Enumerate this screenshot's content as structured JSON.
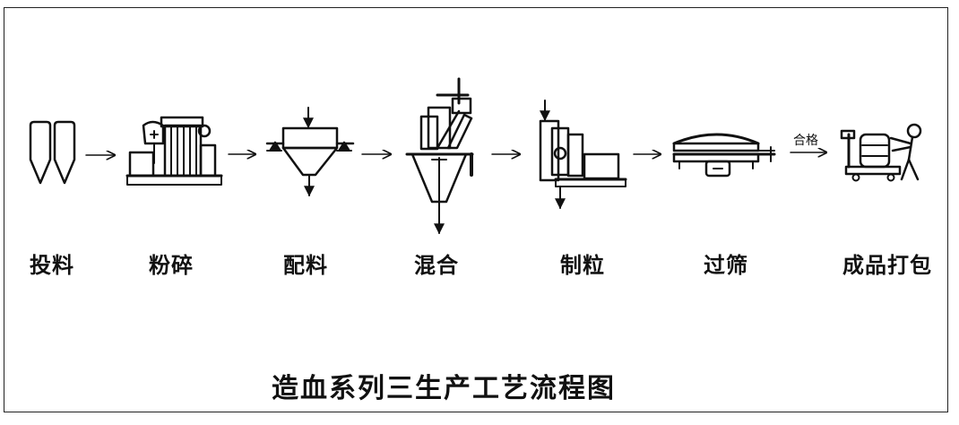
{
  "title": "造血系列三生产工艺流程图",
  "steps": [
    {
      "label": "投料",
      "icon": "feed-silo-icon"
    },
    {
      "label": "粉碎",
      "icon": "crusher-icon"
    },
    {
      "label": "配料",
      "icon": "batching-scale-icon"
    },
    {
      "label": "混合",
      "icon": "mixer-icon"
    },
    {
      "label": "制粒",
      "icon": "granulator-icon"
    },
    {
      "label": "过筛",
      "icon": "vibrating-screen-icon"
    },
    {
      "label": "成品打包",
      "icon": "packing-scale-icon"
    }
  ],
  "arrow_label": "合格",
  "colors": {
    "line": "#111111",
    "background": "#ffffff"
  }
}
